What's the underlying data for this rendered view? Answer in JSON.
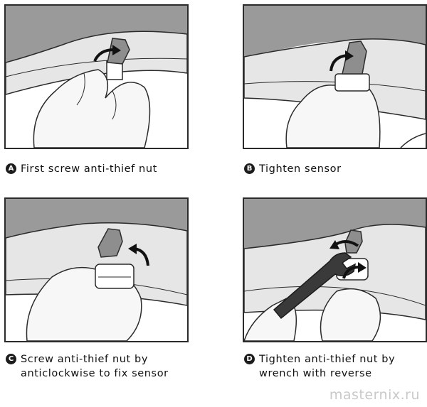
{
  "steps": [
    {
      "letter": "A",
      "caption_line1": "First screw anti-thief nut",
      "caption_line2": ""
    },
    {
      "letter": "B",
      "caption_line1": "Tighten sensor",
      "caption_line2": ""
    },
    {
      "letter": "C",
      "caption_line1": "Screw anti-thief nut by",
      "caption_line2": "anticlockwise to fix sensor"
    },
    {
      "letter": "D",
      "caption_line1": "Tighten anti-thief nut by",
      "caption_line2": "wrench with reverse"
    }
  ],
  "watermark": "masternix.ru",
  "colors": {
    "line": "#2b2b2b",
    "tire": "#9a9a9a",
    "rim": "#e6e6e6",
    "hand": "#f7f7f7",
    "arrow": "#111111"
  }
}
